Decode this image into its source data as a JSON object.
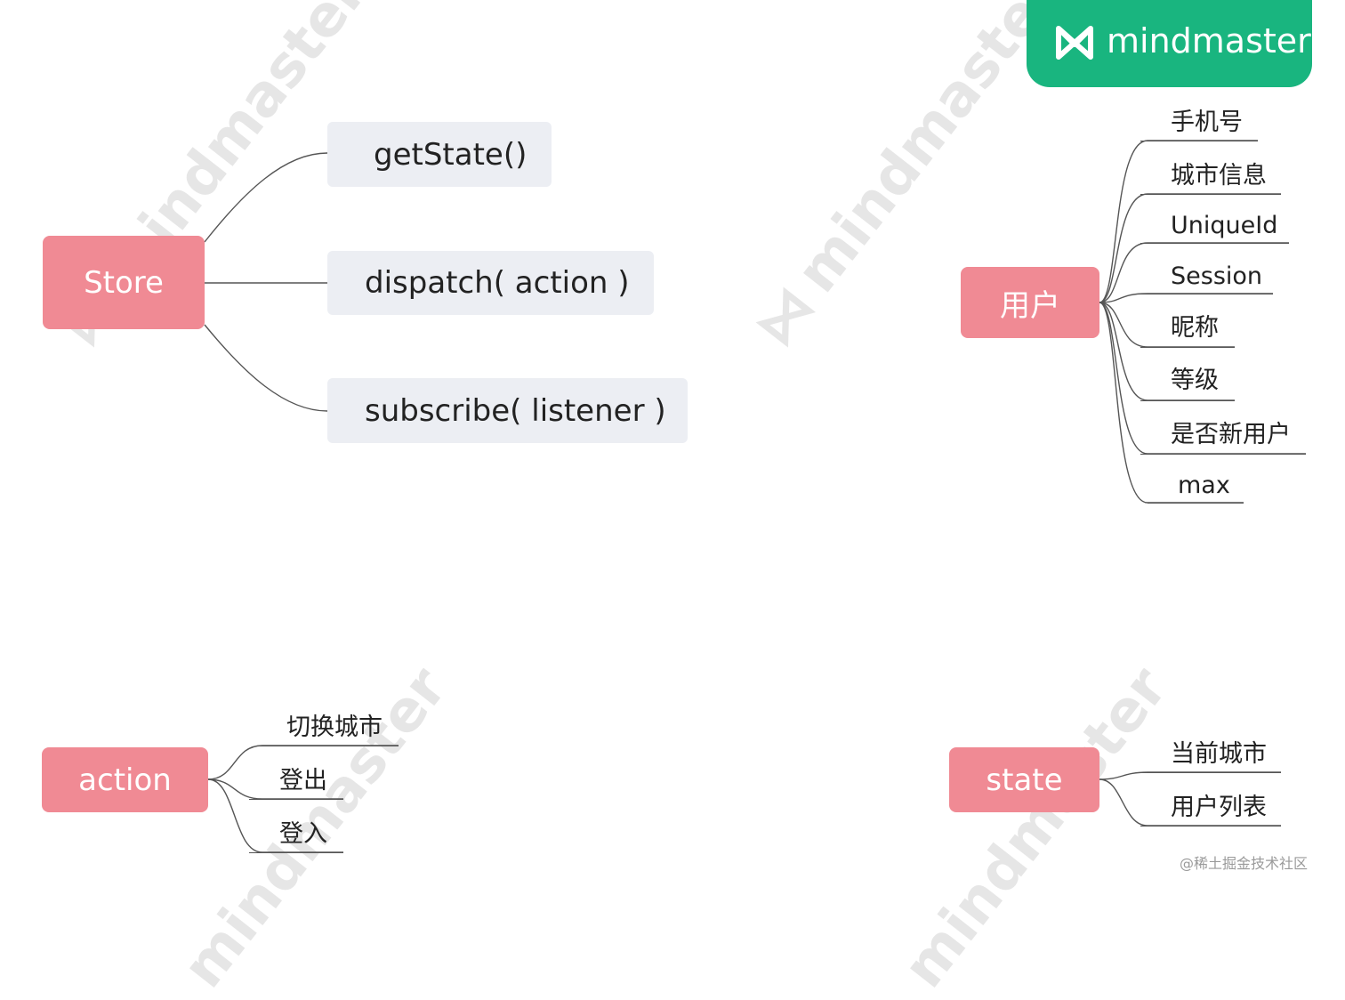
{
  "logo": {
    "text": "mindmaster",
    "bg": "#19b57f"
  },
  "watermark": {
    "text": "mindmaster"
  },
  "credit": "@稀土掘金技术社区",
  "colors": {
    "root": "#f08a94",
    "box": "#eceef3",
    "line": "#555555"
  },
  "store": {
    "label": "Store",
    "children": [
      "getState()",
      "dispatch( action )",
      "subscribe( listener )"
    ]
  },
  "user": {
    "label": "用户",
    "children": [
      "手机号",
      "城市信息",
      "UniqueId",
      "Session",
      "昵称",
      "等级",
      "是否新用户",
      "max"
    ]
  },
  "action": {
    "label": "action",
    "children": [
      "切换城市",
      "登出",
      "登入"
    ]
  },
  "state": {
    "label": "state",
    "children": [
      "当前城市",
      "用户列表"
    ]
  }
}
